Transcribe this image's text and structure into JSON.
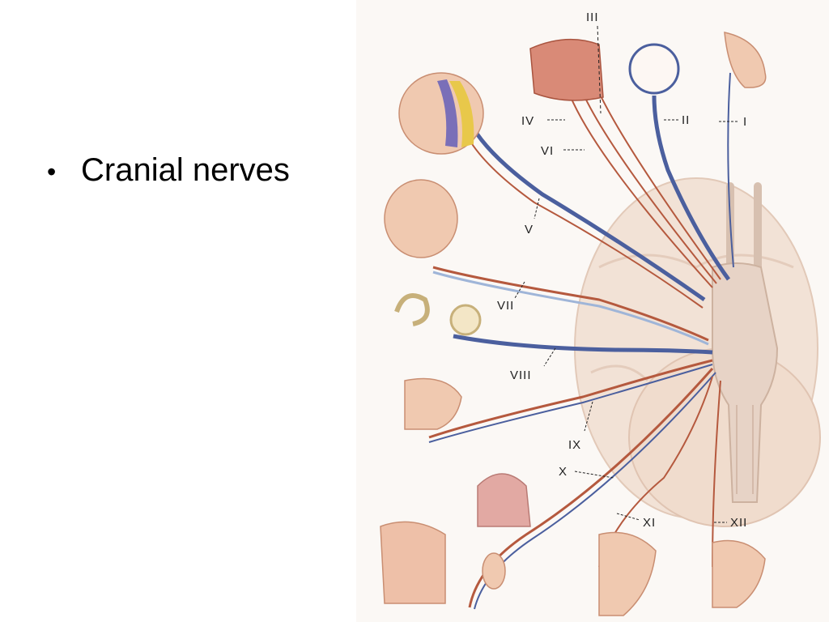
{
  "slide": {
    "bullets": [
      {
        "text": "Cranial nerves"
      }
    ]
  },
  "figure": {
    "labels": [
      "I",
      "II",
      "III",
      "IV",
      "V",
      "VI",
      "VII",
      "VIII",
      "IX",
      "X",
      "XI",
      "XII"
    ],
    "colors": {
      "brain": "#f2e2d6",
      "brainstem": "#e7d3c6",
      "nerve_red": "#b5593e",
      "nerve_blue": "#4b5f9e",
      "nerve_pale": "#d9c2b0",
      "skin": "#f0c9b0",
      "accent_yellow": "#e8c84a",
      "accent_purple": "#7a6fb8"
    }
  }
}
